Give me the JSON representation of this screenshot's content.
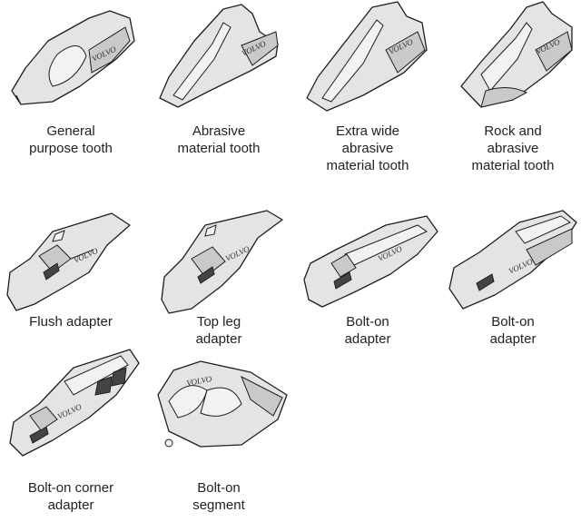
{
  "brand": "VOLVO",
  "items": [
    {
      "caption": "General\npurpose tooth"
    },
    {
      "caption": "Abrasive\nmaterial tooth"
    },
    {
      "caption": "Extra wide\nabrasive\nmaterial tooth"
    },
    {
      "caption": "Rock and\nabrasive\nmaterial tooth"
    },
    {
      "caption": "Flush adapter"
    },
    {
      "caption": "Top leg\nadapter"
    },
    {
      "caption": "Bolt-on\nadapter"
    },
    {
      "caption": "Bolt-on\nadapter"
    },
    {
      "caption": "Bolt-on corner\nadapter"
    },
    {
      "caption": "Bolt-on\nsegment"
    }
  ]
}
